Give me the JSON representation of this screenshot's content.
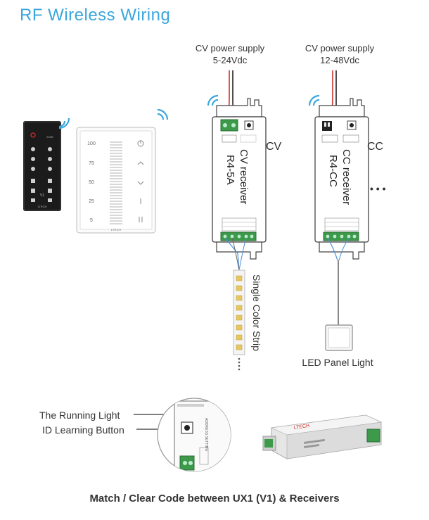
{
  "title": "RF Wireless Wiring",
  "remote": {
    "brand": "LTECH",
    "model": "V1",
    "zone_label": "ZONE"
  },
  "wall_panel": {
    "brand": "LTECH",
    "scale": [
      "100",
      "75",
      "50",
      "25",
      "5"
    ]
  },
  "cv": {
    "supply_line1": "CV power supply",
    "supply_line2": "5-24Vdc",
    "receiver_line1": "CV receiver",
    "receiver_line2": "R4-5A",
    "mode": "CV",
    "load": "Single Color Strip"
  },
  "cc": {
    "supply_line1": "CV power supply",
    "supply_line2": "12-48Vdc",
    "receiver_line1": "CC receiver",
    "receiver_line2": "R4-CC",
    "mode": "CC",
    "more": "• • •",
    "load": "LED Panel Light"
  },
  "detail": {
    "running_light": "The Running Light",
    "id_button": "ID Learning Button",
    "address_label": "ADDRESS SETTING",
    "device_brand": "LTECH"
  },
  "caption": "Match / Clear Code between UX1 (V1) & Receivers",
  "colors": {
    "accent": "#3aa6dc",
    "wire_red": "#d0312d",
    "wire_black": "#222222",
    "wire_blue": "#4a8fd6",
    "terminal_green": "#3c9a4a"
  }
}
